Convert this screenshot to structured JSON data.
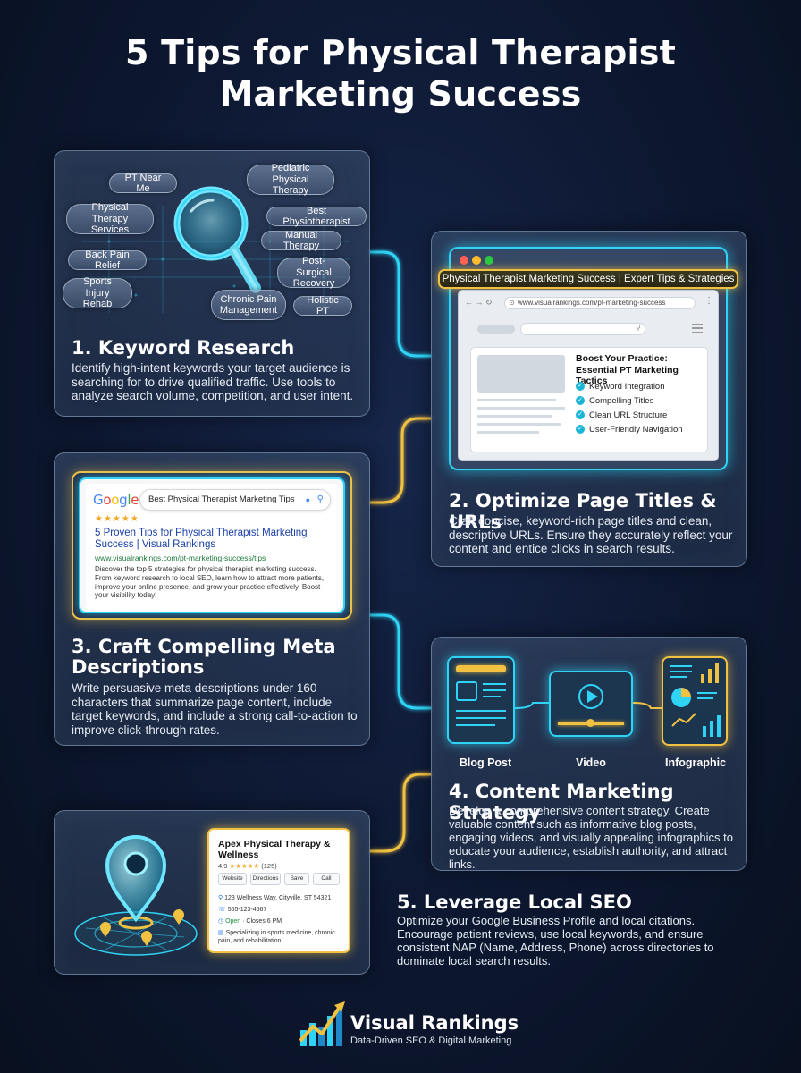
{
  "title": {
    "line1": "5 Tips for Physical Therapist",
    "line2": "Marketing Success"
  },
  "tips": [
    {
      "heading": "1. Keyword Research",
      "description": "Identify high-intent keywords your target audience is searching for to drive qualified traffic. Use tools to analyze search volume, competition, and user intent."
    },
    {
      "heading": "2. Optimize Page Titles & URLs",
      "description": "Craft concise, keyword-rich page titles and clean, descriptive URLs. Ensure they accurately reflect your content and entice clicks in search results."
    },
    {
      "heading": "3. Craft Compelling Meta Descriptions",
      "description": "Write persuasive meta descriptions under 160 characters that summarize page content, include target keywords, and include a strong call-to-action to improve click-through rates."
    },
    {
      "heading": "4. Content Marketing Strategy",
      "description": "Develop a comprehensive content strategy. Create valuable content such as informative blog posts, engaging videos, and visually appealing infographics to educate your audience, establish authority, and attract links."
    },
    {
      "heading": "5. Leverage Local SEO",
      "description": "Optimize your Google Business Profile and local citations. Encourage patient reviews, use local keywords, and ensure consistent NAP (Name, Address, Phone) across directories to dominate local search results."
    }
  ],
  "keywords": [
    "PT Near Me",
    "Pediatric Physical Therapy",
    "Physical Therapy Services",
    "Best Physiotherapist",
    "Manual Therapy",
    "Back Pain Relief",
    "Post-Surgical Recovery",
    "Sports Injury Rehab",
    "Chronic Pain Management",
    "Holistic PT"
  ],
  "browser_mock": {
    "title_bar": "Physical Therapist Marketing Success | Expert Tips & Strategies",
    "url": "www.visualrankings.com/pt-marketing-success",
    "article_title": "Boost Your Practice: Essential PT Marketing Tactics",
    "checklist": [
      "Keyword Integration",
      "Compelling Titles",
      "Clean URL Structure",
      "User-Friendly Navigation"
    ]
  },
  "serp_mock": {
    "logo": "Google",
    "query": "Best Physical Therapist Marketing Tips",
    "stars": "★★★★★",
    "result_title": "5 Proven Tips for Physical Therapist Marketing Success | Visual Rankings",
    "result_url": "www.visualrankings.com/pt-marketing-success/tips",
    "result_snippet": "Discover the top 5 strategies for physical therapist marketing success. From keyword research to local SEO, learn how to attract more patients, improve your online presence, and grow your practice effectively. Boost your visibility today!"
  },
  "content_types": [
    "Blog Post",
    "Video",
    "Infographic"
  ],
  "gbp_mock": {
    "name": "Apex Physical Therapy & Wellness",
    "rating": "4.9",
    "stars": "★★★★★",
    "reviews": "(125)",
    "buttons": [
      "Website",
      "Directions",
      "Save",
      "Call"
    ],
    "address": "123 Wellness Way, Cityville, ST 54321",
    "phone": "555-123-4567",
    "hours_open": "Open",
    "hours_close": "· Closes 6 PM",
    "about": "Specializing in sports medicine, chronic pain, and rehabilitation."
  },
  "footer": {
    "brand": "Visual Rankings",
    "tagline": "Data-Driven SEO & Digital Marketing"
  },
  "colors": {
    "background": "#0d1730",
    "neon_cyan": "#2fd3f5",
    "neon_gold": "#f1c142",
    "card": "#34486a"
  }
}
